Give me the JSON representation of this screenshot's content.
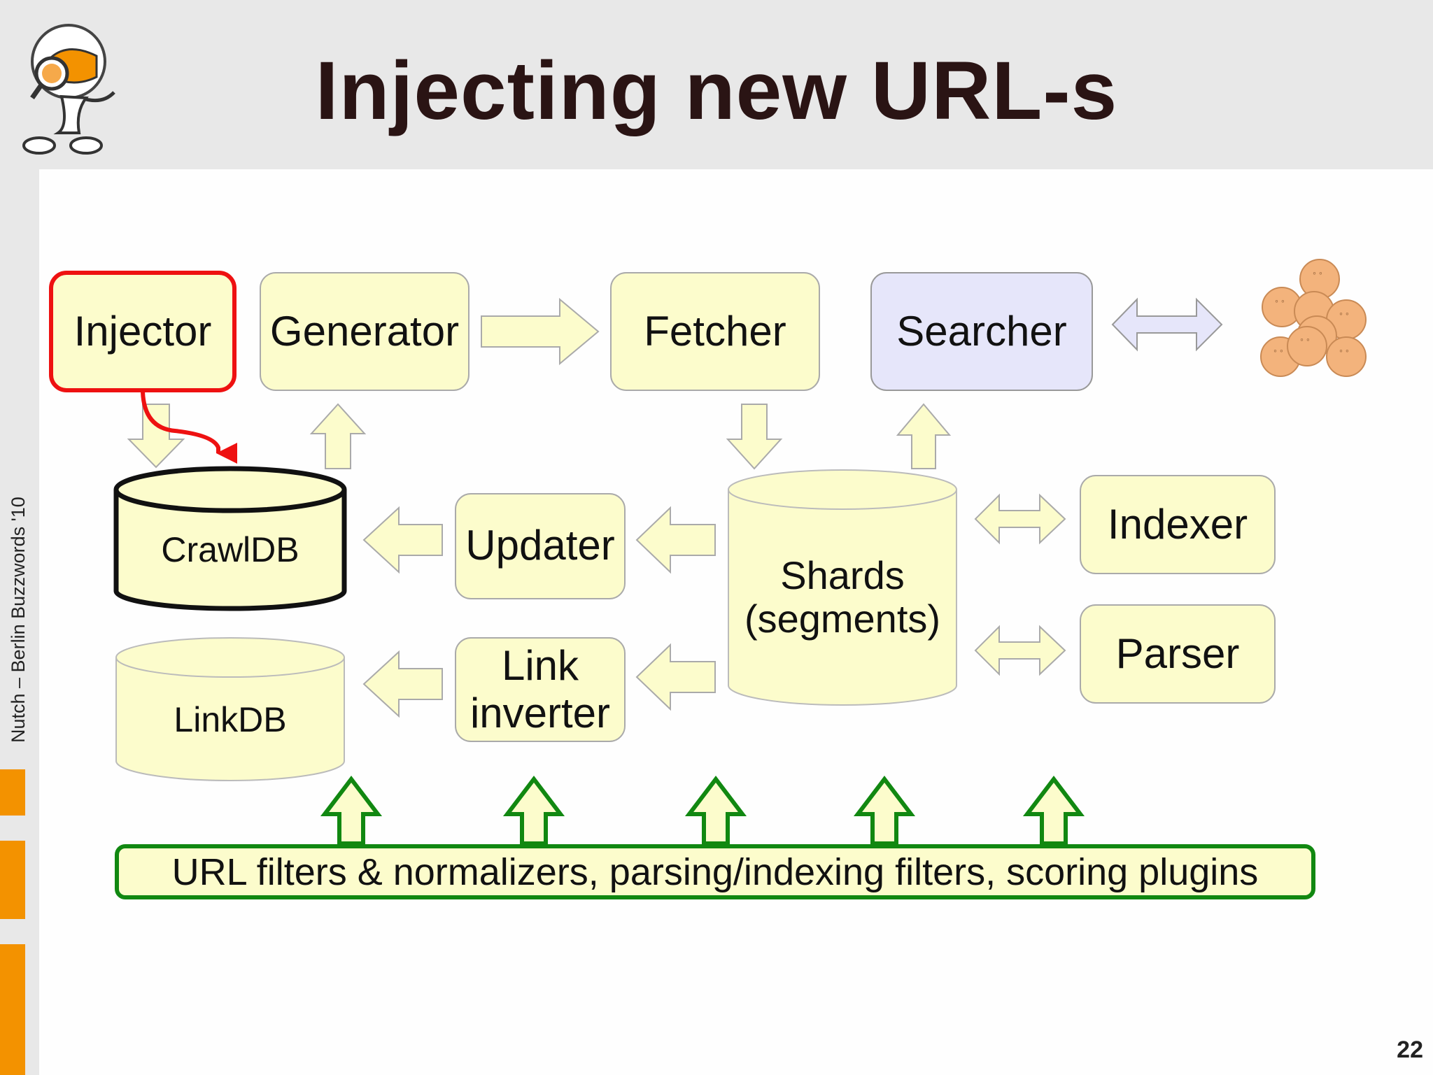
{
  "slide": {
    "title": "Injecting new URL-s",
    "side_label": "Nutch – Berlin Buzzwords '10",
    "page_number": "22"
  },
  "diagram": {
    "nodes": {
      "injector": "Injector",
      "generator": "Generator",
      "fetcher": "Fetcher",
      "searcher": "Searcher",
      "crawldb": "CrawlDB",
      "updater": "Updater",
      "shards_line1": "Shards",
      "shards_line2": "(segments)",
      "indexer": "Indexer",
      "parser": "Parser",
      "linkdb": "LinkDB",
      "link_inverter_line1": "Link",
      "link_inverter_line2": "inverter"
    },
    "plugins_bar": "URL filters & normalizers, parsing/indexing filters, scoring plugins"
  },
  "colors": {
    "box_fill": "#fcfccc",
    "box_stroke": "#999999",
    "searcher_fill": "#e6e6fa",
    "injector_stroke": "#ee1111",
    "plugin_stroke": "#118811",
    "accent_orange": "#f39200",
    "face_fill": "#f3b37c"
  }
}
